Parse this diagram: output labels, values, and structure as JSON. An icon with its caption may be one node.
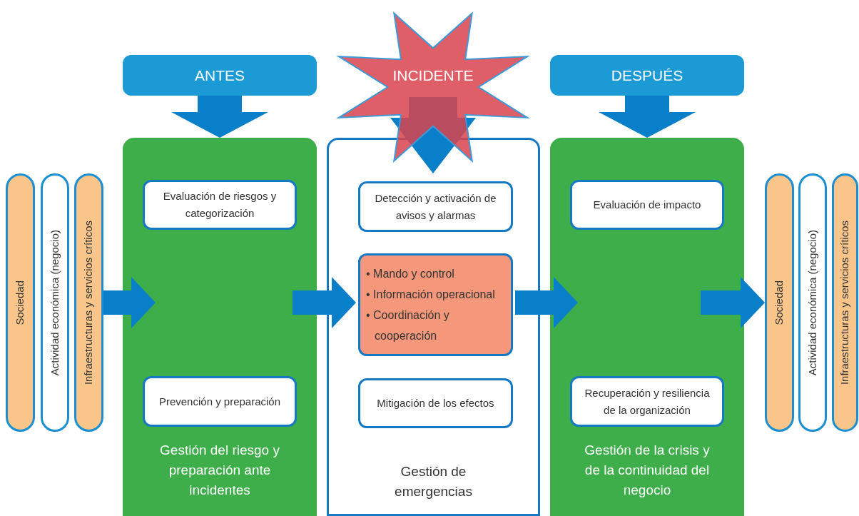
{
  "diagram": {
    "nodes": [
      {
        "text": [
          "ANTES"
        ]
      },
      {
        "text": [
          "INCIDENTE"
        ]
      },
      {
        "text": [
          "DESPUÉS"
        ]
      },
      {
        "text": [
          "Sociedad"
        ]
      },
      {
        "text": [
          "Actividad económica (negocio)"
        ]
      },
      {
        "text": [
          "Infraestructuras y servicios críticos"
        ]
      },
      {
        "text": [
          "Gestión del riesgo y preparación ante incidentes"
        ]
      },
      {
        "text": [
          "Evaluación de riesgos y categorización"
        ],
        "in": 6
      },
      {
        "text": [
          "Prevención y preparación"
        ],
        "in": 6
      },
      {
        "text": [
          "Gestión de emergencias"
        ]
      },
      {
        "text": [
          "Detección y activación de avisos y alarmas"
        ],
        "in": 9
      },
      {
        "text": [
          "• Mando y control",
          "• Información operacional",
          "• Coordinación y cooperación"
        ],
        "in": 9
      },
      {
        "text": [
          "Mitigación de los efectos"
        ],
        "in": 9
      },
      {
        "text": [
          "Gestión de la crisis y de la continuidad del negocio"
        ]
      },
      {
        "text": [
          "Evaluación de impacto"
        ],
        "in": 13
      },
      {
        "text": [
          "Recuperación y resiliencia de la organización"
        ],
        "in": 13
      },
      {
        "text": [
          "Sociedad"
        ]
      },
      {
        "text": [
          "Actividad económica (negocio)"
        ]
      },
      {
        "text": [
          "Infraestructuras y servicios críticos"
        ]
      }
    ],
    "edges": [
      {
        "from": 0,
        "to": 6,
        "arrow": "to"
      },
      {
        "from": 1,
        "to": 10,
        "arrow": "to"
      },
      {
        "from": 2,
        "to": 13,
        "arrow": "to"
      },
      {
        "from": 5,
        "to": 6,
        "arrow": "to"
      },
      {
        "from": 6,
        "to": 11,
        "arrow": "to"
      },
      {
        "from": 11,
        "to": 13,
        "arrow": "to"
      },
      {
        "from": 13,
        "to": 16,
        "arrow": "to"
      }
    ]
  }
}
